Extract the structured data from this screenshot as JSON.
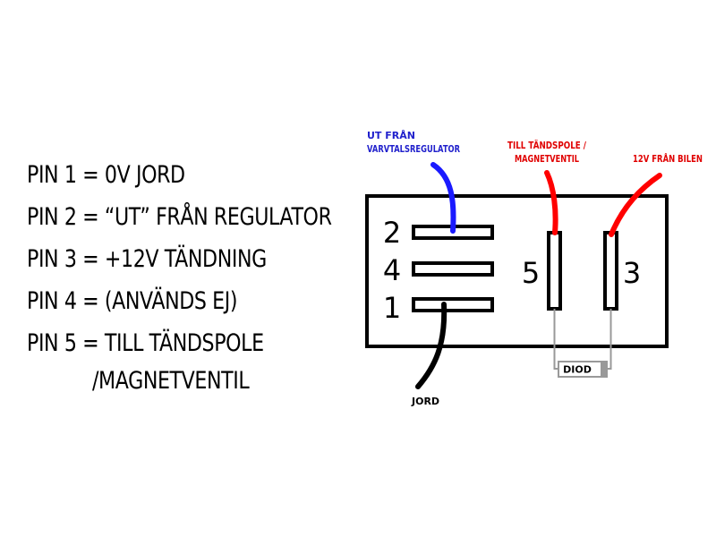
{
  "legend": {
    "pin1": "PIN 1 = 0V JORD",
    "pin2": "PIN 2 = “UT” FRÅN REGULATOR",
    "pin3": "PIN 3 = +12V TÄNDNING",
    "pin4": "PIN 4 = (ANVÄNDS EJ)",
    "pin5": "PIN 5 = TILL TÄNDSPOLE",
    "pin5_cont": "/MAGNETVENTIL"
  },
  "diagram": {
    "pin_numbers": {
      "p2": "2",
      "p4": "4",
      "p1": "1",
      "p5": "5",
      "p3": "3"
    },
    "wire_labels": {
      "blue_line1": "UT FRÅN",
      "blue_line2": "VARVTALSREGULATOR",
      "red_mid_line1": "TILL TÄNDSPOLE /",
      "red_mid_line2": "MAGNETVENTIL",
      "red_right": "12V FRÅN BILEN",
      "black": "JORD"
    },
    "diode_label": "DIOD",
    "colors": {
      "blue_wire": "#1a1aff",
      "red_wire": "#ff0000",
      "black_wire": "#000000",
      "blue_text": "#2020cc",
      "red_text": "#e00000",
      "diode_lead": "#999999"
    }
  }
}
